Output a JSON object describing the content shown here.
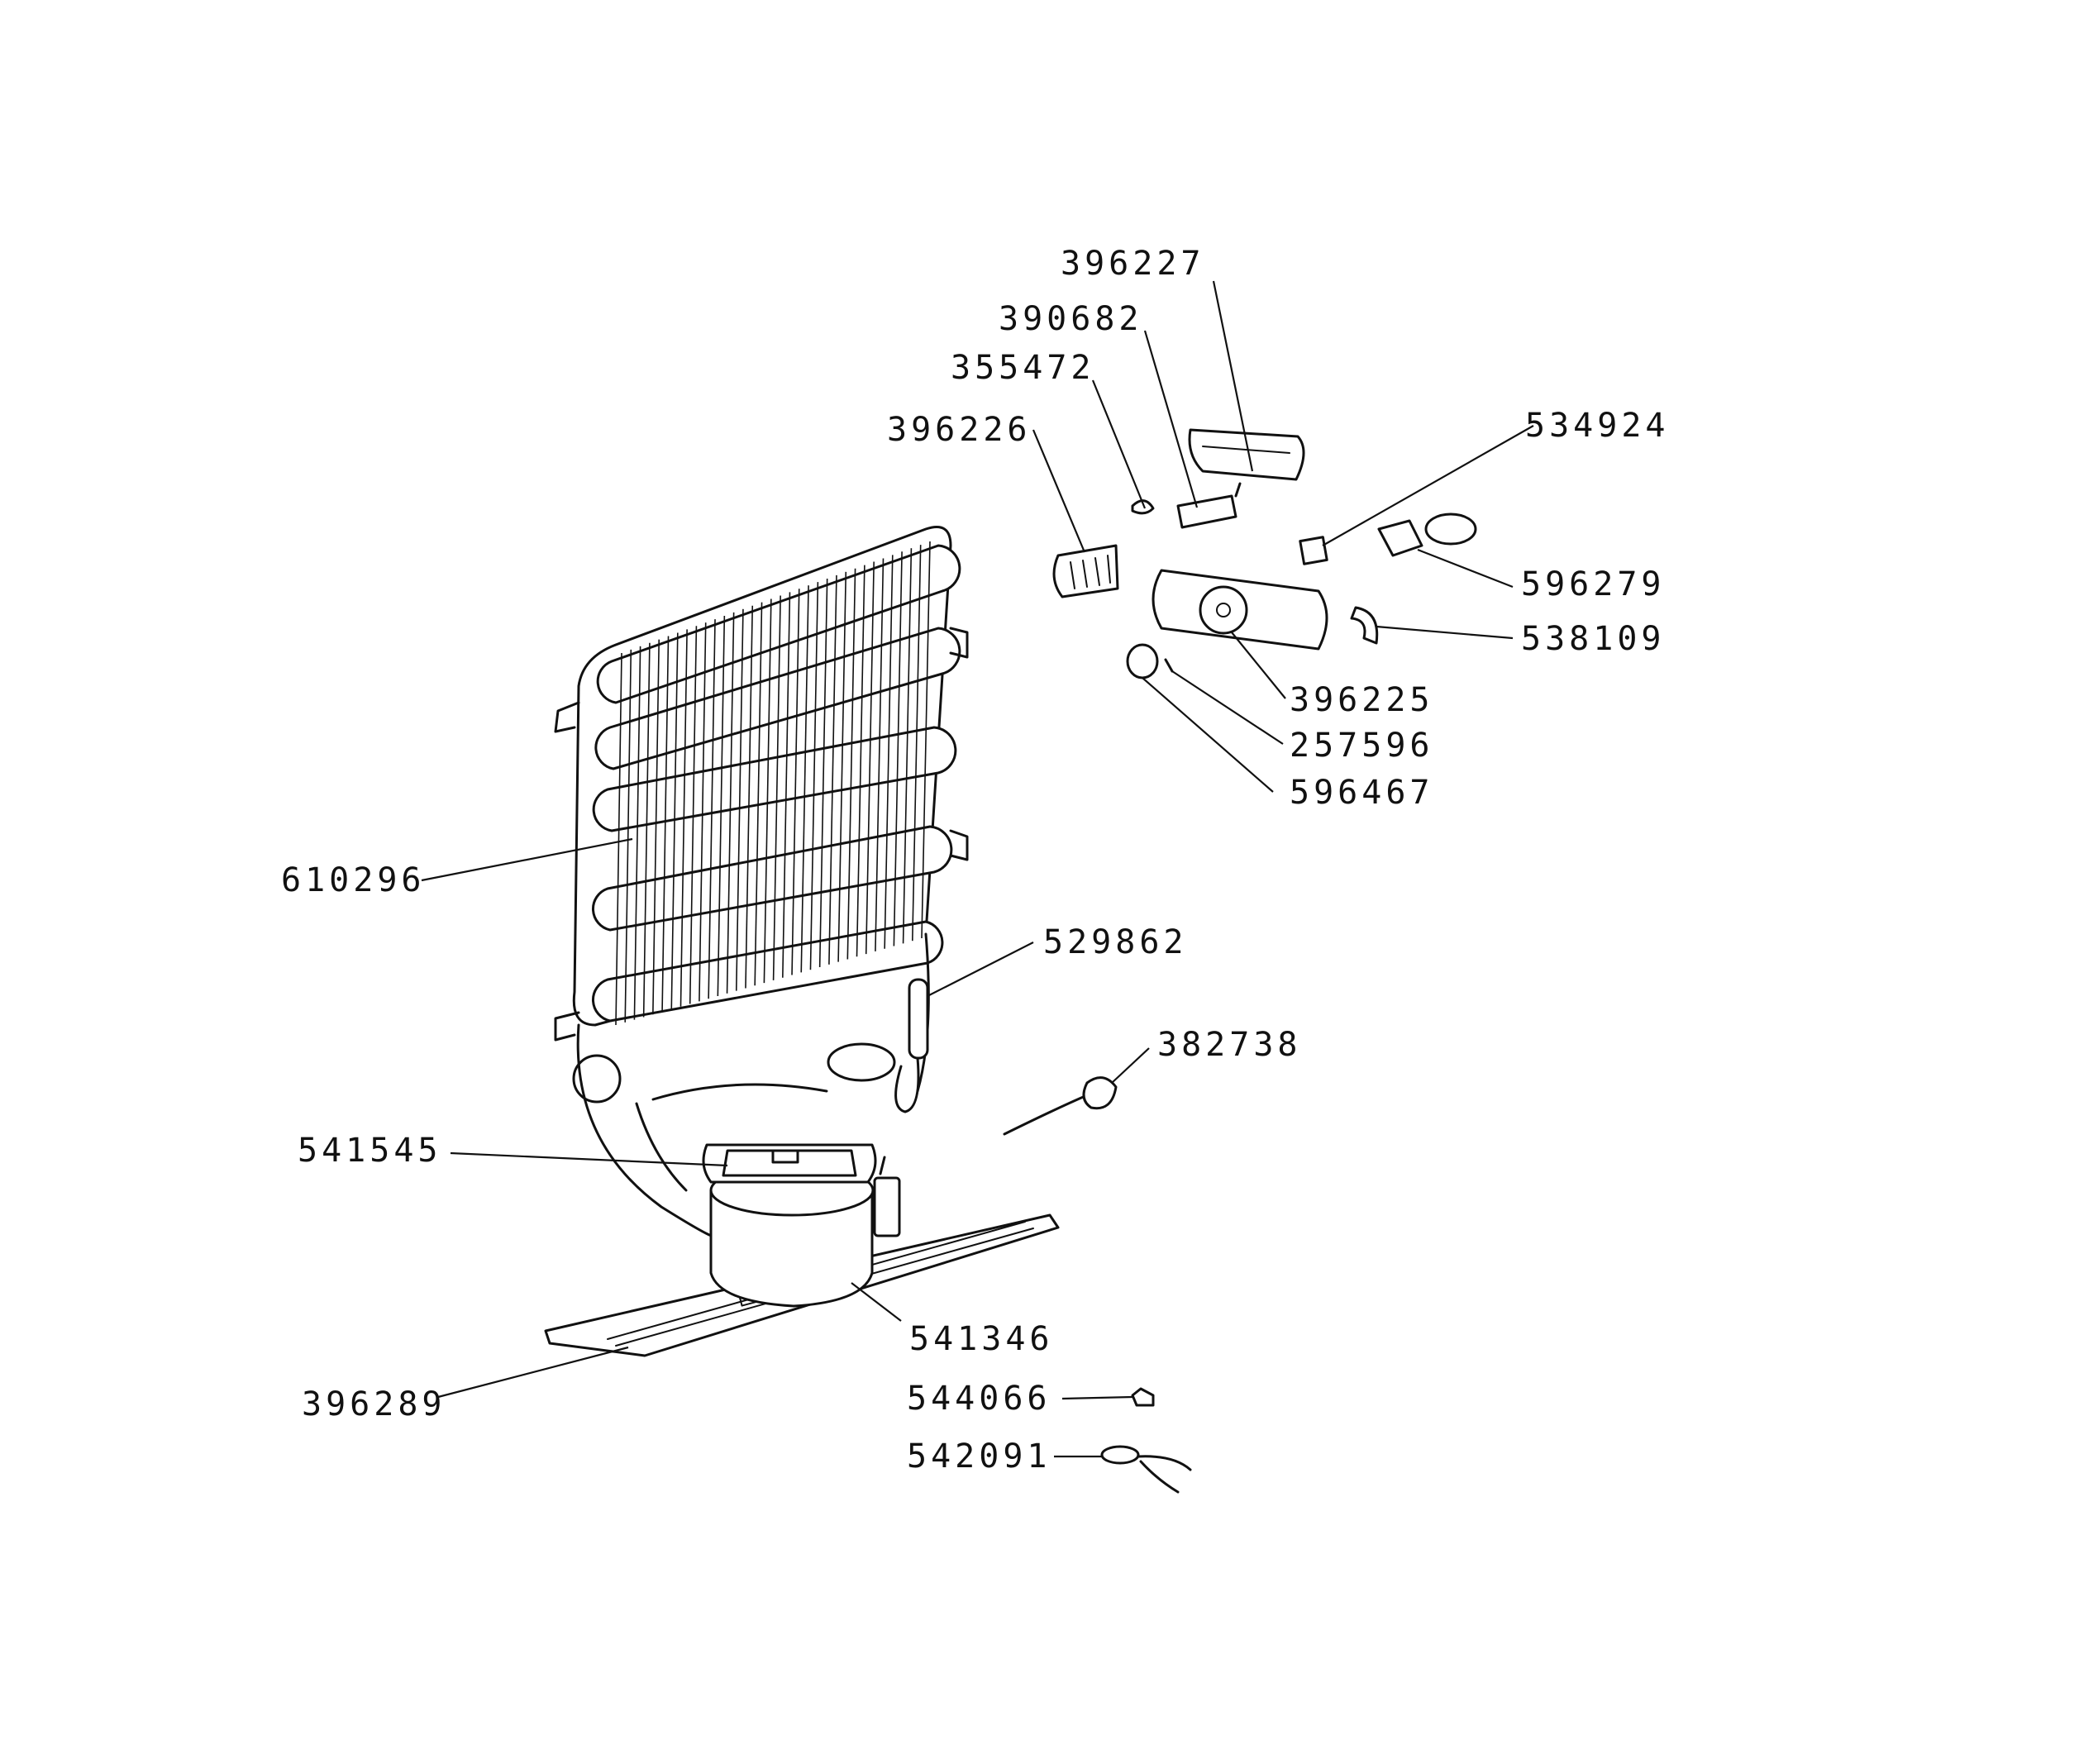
{
  "diagram": {
    "parts": [
      {
        "id": "p396227",
        "label": "396227"
      },
      {
        "id": "p390682",
        "label": "390682"
      },
      {
        "id": "p355472",
        "label": "355472"
      },
      {
        "id": "p396226",
        "label": "396226"
      },
      {
        "id": "p534924",
        "label": "534924"
      },
      {
        "id": "p596279",
        "label": "596279"
      },
      {
        "id": "p538109",
        "label": "538109"
      },
      {
        "id": "p396225",
        "label": "396225"
      },
      {
        "id": "p257596",
        "label": "257596"
      },
      {
        "id": "p596467",
        "label": "596467"
      },
      {
        "id": "p610296",
        "label": "610296"
      },
      {
        "id": "p529862",
        "label": "529862"
      },
      {
        "id": "p382738",
        "label": "382738"
      },
      {
        "id": "p541545",
        "label": "541545"
      },
      {
        "id": "p541346",
        "label": "541346"
      },
      {
        "id": "p396289",
        "label": "396289"
      },
      {
        "id": "p544066",
        "label": "544066"
      },
      {
        "id": "p542091",
        "label": "542091"
      }
    ]
  }
}
